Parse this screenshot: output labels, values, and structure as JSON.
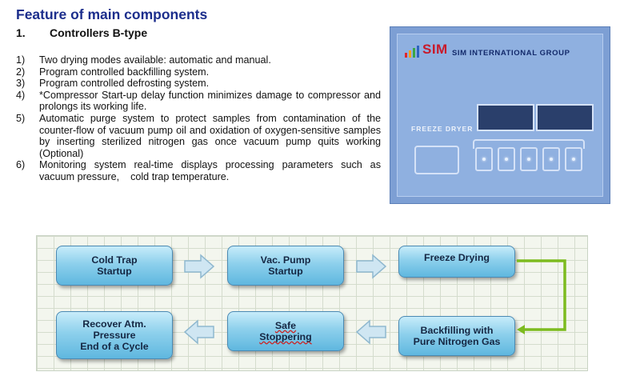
{
  "header": {
    "title": "Feature of main components",
    "section_number": "1.",
    "section_title": "Controllers B-type"
  },
  "features": [
    {
      "num": "1)",
      "text": "Two drying modes available: automatic and manual."
    },
    {
      "num": "2)",
      "text": "Program controlled backfilling system."
    },
    {
      "num": "3)",
      "text": "Program controlled defrosting system."
    },
    {
      "num": "4)",
      "text": "*Compressor Start-up delay function minimizes damage to compressor and prolongs its working life."
    },
    {
      "num": "5)",
      "text": "Automatic purge system to protect samples from contamination of the counter-flow of vacuum pump oil and oxidation of oxygen-sensitive samples by inserting sterilized nitrogen gas once vacuum pump quits working (Optional)"
    },
    {
      "num": "6)",
      "text": "Monitoring system real-time displays processing parameters such as vacuum pressure,    cold trap temperature."
    }
  ],
  "controller": {
    "logo_text": "SIM",
    "company": "SIM INTERNATIONAL GROUP",
    "device_label": "FREEZE DRYER",
    "colors": {
      "panel": "#7d9fd4",
      "logo_red": "#c8192a",
      "display": "#2a3f6b"
    },
    "logo_bar_colors": [
      "#e1262c",
      "#f3a21b",
      "#3aa745",
      "#2d63c0"
    ]
  },
  "flow": {
    "cold_trap": "Cold Trap\nStartup",
    "vac_pump": "Vac. Pump\nStartup",
    "freeze_drying": "Freeze Drying",
    "backfilling": "Backfilling with\nPure Nitrogen Gas",
    "safe_stoppering": "Safe\nStoppering",
    "recover": "Recover Atm.\nPressure\nEnd of a Cycle",
    "colors": {
      "box": "#8dd0ec",
      "arrow": "#b5d9ec",
      "connector": "#7dbb1f"
    }
  }
}
